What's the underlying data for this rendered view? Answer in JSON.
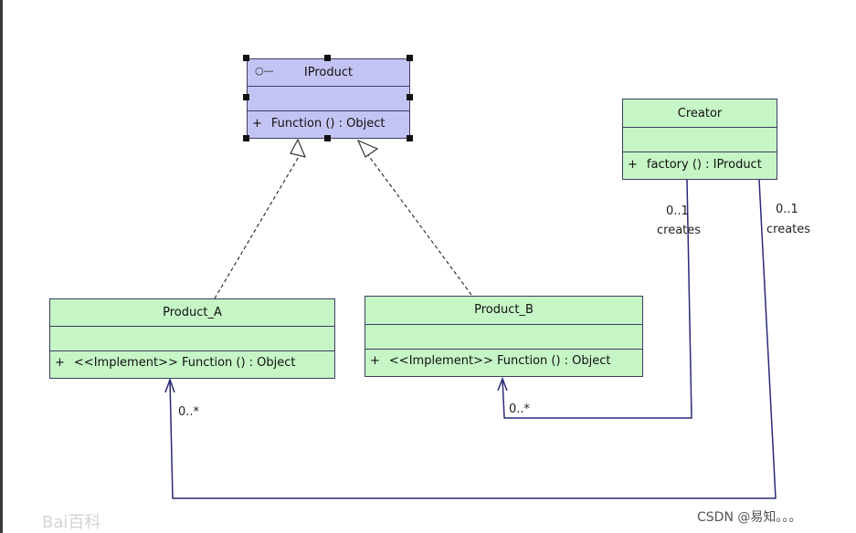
{
  "classes": {
    "iproduct": {
      "name": "IProduct",
      "operation": {
        "visibility": "+",
        "text": "Function ()  : Object"
      }
    },
    "creator": {
      "name": "Creator",
      "operation": {
        "visibility": "+",
        "text": "factory ()  : IProduct"
      }
    },
    "product_a": {
      "name": "Product_A",
      "operation": {
        "visibility": "+",
        "text": "<<Implement>>  Function ()  : Object"
      }
    },
    "product_b": {
      "name": "Product_B",
      "operation": {
        "visibility": "+",
        "text": "<<Implement>>  Function ()  : Object"
      }
    }
  },
  "associations": [
    {
      "from": "Creator",
      "to": "Product_B",
      "source_multiplicity": "0..1",
      "role": "creates",
      "target_multiplicity": "0..*"
    },
    {
      "from": "Creator",
      "to": "Product_A",
      "source_multiplicity": "0..1",
      "role": "creates",
      "target_multiplicity": "0..*"
    }
  ],
  "realizations": [
    {
      "from": "Product_A",
      "to": "IProduct"
    },
    {
      "from": "Product_B",
      "to": "IProduct"
    }
  ],
  "colors": {
    "class_fill": "#c6f5c6",
    "selected_fill": "#c4c4f4",
    "line": "#2a2a7a"
  },
  "footer": "CSDN @易知。。。",
  "watermark": "Bai百科"
}
